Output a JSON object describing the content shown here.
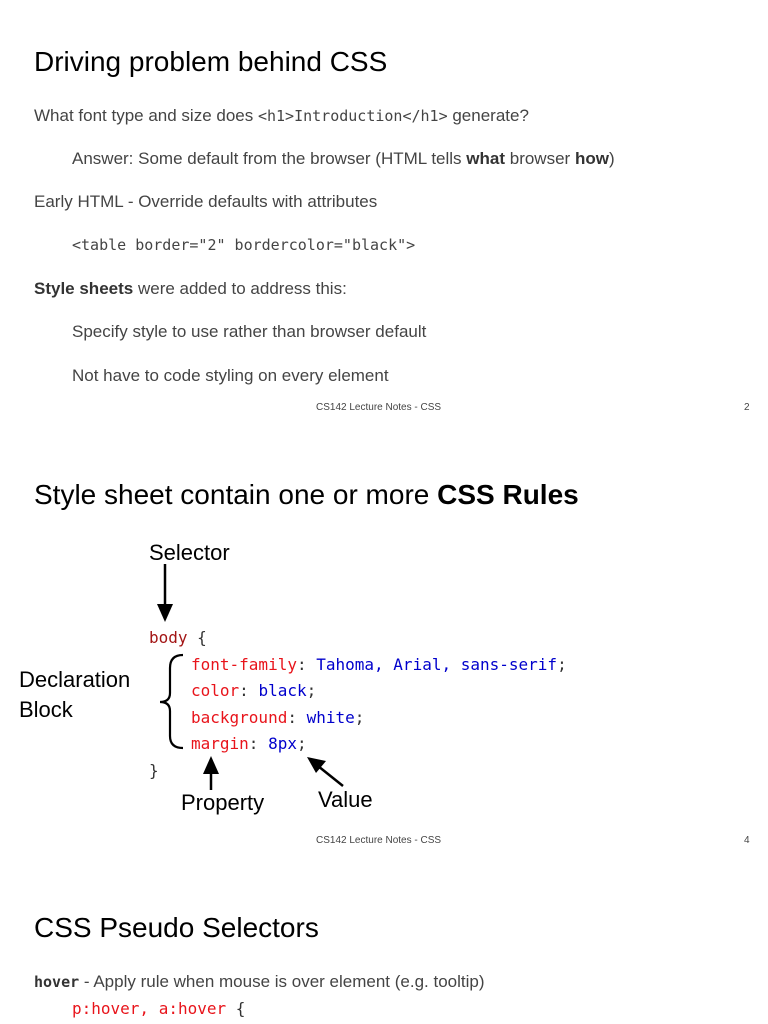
{
  "slide1": {
    "title": "Driving problem behind CSS",
    "q_prefix": "What font type and size does ",
    "q_code": "<h1>Introduction</h1>",
    "q_suffix": " generate?",
    "answer_prefix": "Answer: Some default from the browser (HTML tells ",
    "answer_bold1": "what",
    "answer_mid": " browser ",
    "answer_bold2": "how",
    "answer_suffix": ")",
    "early_html": "Early HTML - Override defaults with attributes",
    "table_code": "<table border=\"2\" bordercolor=\"black\">",
    "style_bold": "Style sheets",
    "style_rest": " were added to address this:",
    "point1": "Specify style to use rather than browser default",
    "point2": "Not have to code styling on every element",
    "footer": "CS142 Lecture Notes - CSS",
    "page": "2"
  },
  "slide2": {
    "title_prefix": "Style sheet contain one or more ",
    "title_bold": "CSS Rules",
    "selector_label": "Selector",
    "declaration_label_1": "Declaration",
    "declaration_label_2": "Block",
    "property_label": "Property",
    "value_label": "Value",
    "code": {
      "selector": "body",
      "open_brace": " {",
      "close_brace": "}",
      "rules": [
        {
          "prop": "font-family",
          "val": "Tahoma, Arial, sans-serif"
        },
        {
          "prop": "color",
          "val": "black"
        },
        {
          "prop": "background",
          "val": "white"
        },
        {
          "prop": "margin",
          "val": "8px"
        }
      ]
    },
    "footer": "CS142 Lecture Notes - CSS",
    "page": "4"
  },
  "slide3": {
    "title": "CSS Pseudo Selectors",
    "hover_keyword": "hover",
    "hover_desc": " - Apply rule when mouse is over element (e.g. tooltip)",
    "code_selector": "p:hover, a:hover",
    "code_brace": " {"
  },
  "colors": {
    "code_selector": "#a31515",
    "code_property": "#e8141b",
    "code_value": "#0000cc"
  }
}
